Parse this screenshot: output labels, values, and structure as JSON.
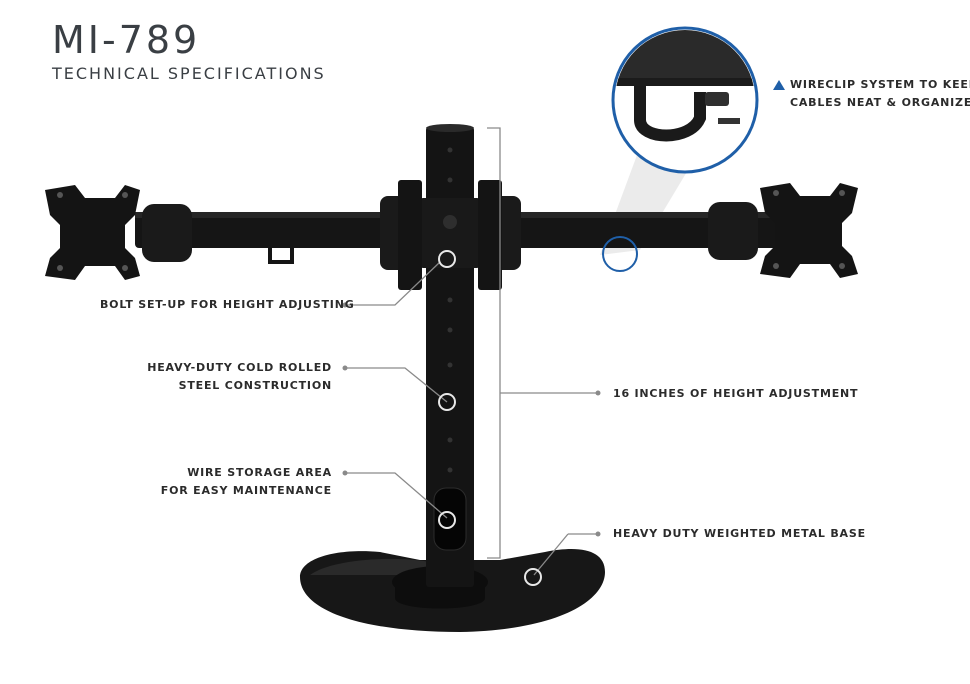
{
  "header": {
    "title": "MI-789",
    "subtitle": "TECHNICAL SPECIFICATIONS"
  },
  "callouts": {
    "wireclip_line1": "WIRECLIP SYSTEM TO KEEP",
    "wireclip_line2": "CABLES NEAT & ORGANIZED",
    "bolt": "BOLT SET-UP FOR HEIGHT ADJUSTING",
    "steel_line1": "HEAVY-DUTY COLD ROLLED",
    "steel_line2": "STEEL CONSTRUCTION",
    "height": "16 INCHES OF HEIGHT ADJUSTMENT",
    "wire_line1": "WIRE STORAGE AREA",
    "wire_line2": "FOR EASY MAINTENANCE",
    "base": "HEAVY DUTY WEIGHTED METAL BASE"
  },
  "colors": {
    "accent": "#1f5fa8",
    "text": "#2b2b2b",
    "metal": "#141414"
  }
}
